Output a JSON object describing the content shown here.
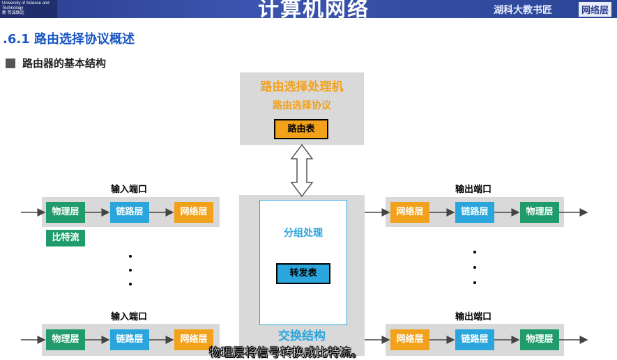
{
  "header": {
    "logo_text": "University of Science and Technology",
    "logo_motto": "新  笃诚致远",
    "title": "计算机网络",
    "right_text": "湖科大教书匠",
    "right_badge": "网络层"
  },
  "section_title": ".6.1 路由选择协议概述",
  "subsection_title": "路由器的基本结构",
  "processor": {
    "title": "路由选择处理机",
    "subtitle": "路由选择协议",
    "table": "路由表"
  },
  "switch_fabric": {
    "label": "分组处理",
    "table": "转发表",
    "bottom_label": "交换结构"
  },
  "input_ports": [
    {
      "title": "输入端口",
      "layers": [
        "物理层",
        "链路层",
        "网络层"
      ],
      "tag": "比特流"
    },
    {
      "title": "输入端口",
      "layers": [
        "物理层",
        "链路层",
        "网络层"
      ]
    }
  ],
  "output_ports": [
    {
      "title": "输出端口",
      "layers": [
        "网络层",
        "链路层",
        "物理层"
      ]
    },
    {
      "title": "输出端口",
      "layers": [
        "网络层",
        "链路层",
        "物理层"
      ]
    }
  ],
  "caption": "物理层将信号转换成比特流。",
  "colors": {
    "physical": "#1f9b6c",
    "link": "#2aa6dd",
    "network": "#f2a11b",
    "accent": "#1a56c4"
  }
}
